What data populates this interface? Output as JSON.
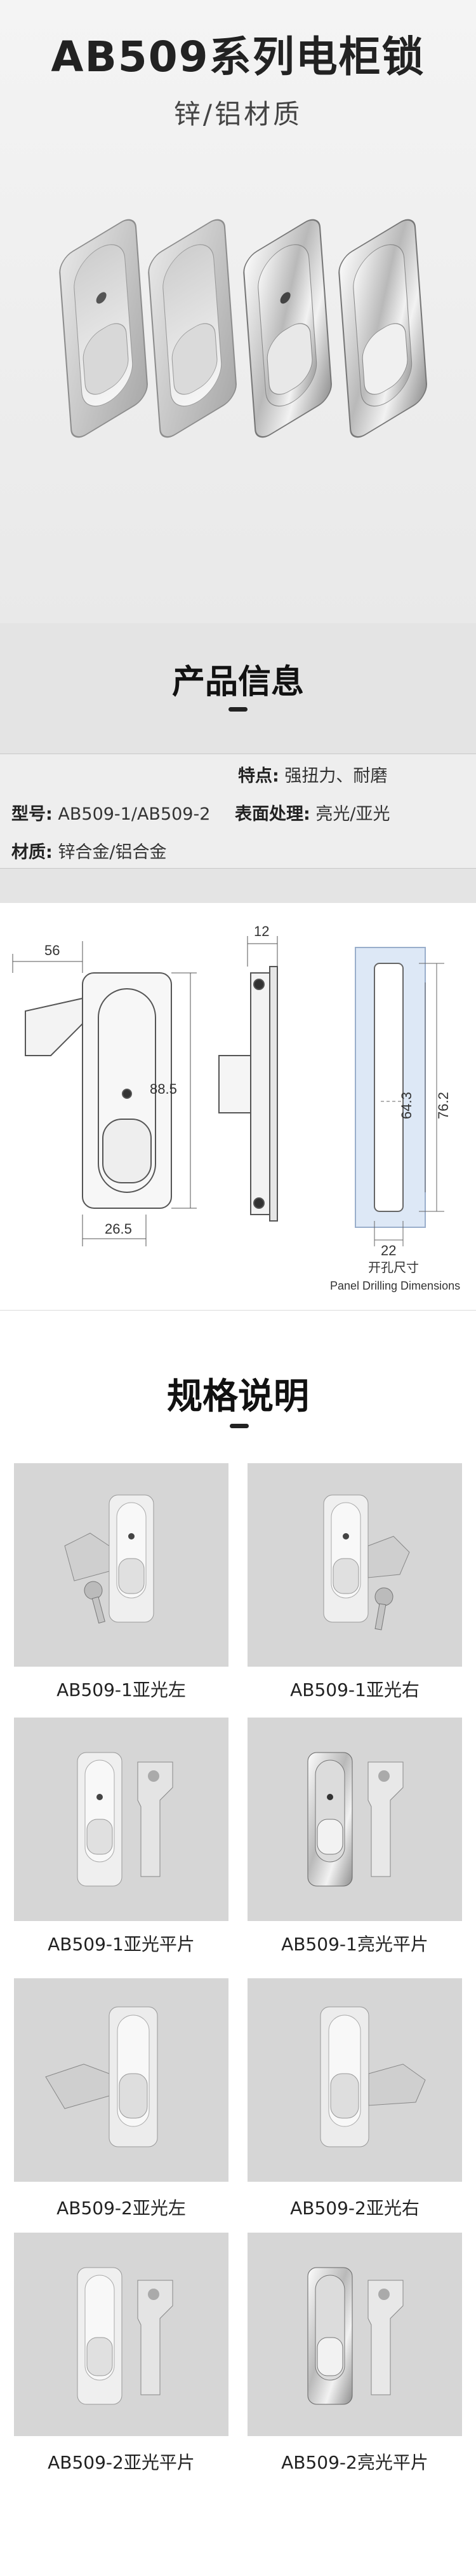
{
  "hero": {
    "title": "AB509系列电柜锁",
    "subtitle": "锌/铝材质"
  },
  "info": {
    "title": "产品信息",
    "feature_label": "特点:",
    "feature_value": "强扭力、耐磨",
    "model_label": "型号:",
    "model_value": "AB509-1/AB509-2",
    "surface_label": "表面处理:",
    "surface_value": "亮光/亚光",
    "material_label": "材质:",
    "material_value": "锌合金/铝合金"
  },
  "drawing": {
    "dim_56": "56",
    "dim_88_5": "88.5",
    "dim_26_5": "26.5",
    "dim_12": "12",
    "dim_64_3": "64.3",
    "dim_76_2": "76.2",
    "dim_22": "22",
    "panel_cn": "开孔尺寸",
    "panel_en": "Panel Drilling Dimensions"
  },
  "spec": {
    "title": "规格说明",
    "items": [
      {
        "label": "AB509-1亚光左"
      },
      {
        "label": "AB509-1亚光右"
      },
      {
        "label": "AB509-1亚光平片"
      },
      {
        "label": "AB509-1亮光平片"
      },
      {
        "label": "AB509-2亚光左"
      },
      {
        "label": "AB509-2亚光右"
      },
      {
        "label": "AB509-2亚光平片"
      },
      {
        "label": "AB509-2亮光平片"
      }
    ]
  }
}
